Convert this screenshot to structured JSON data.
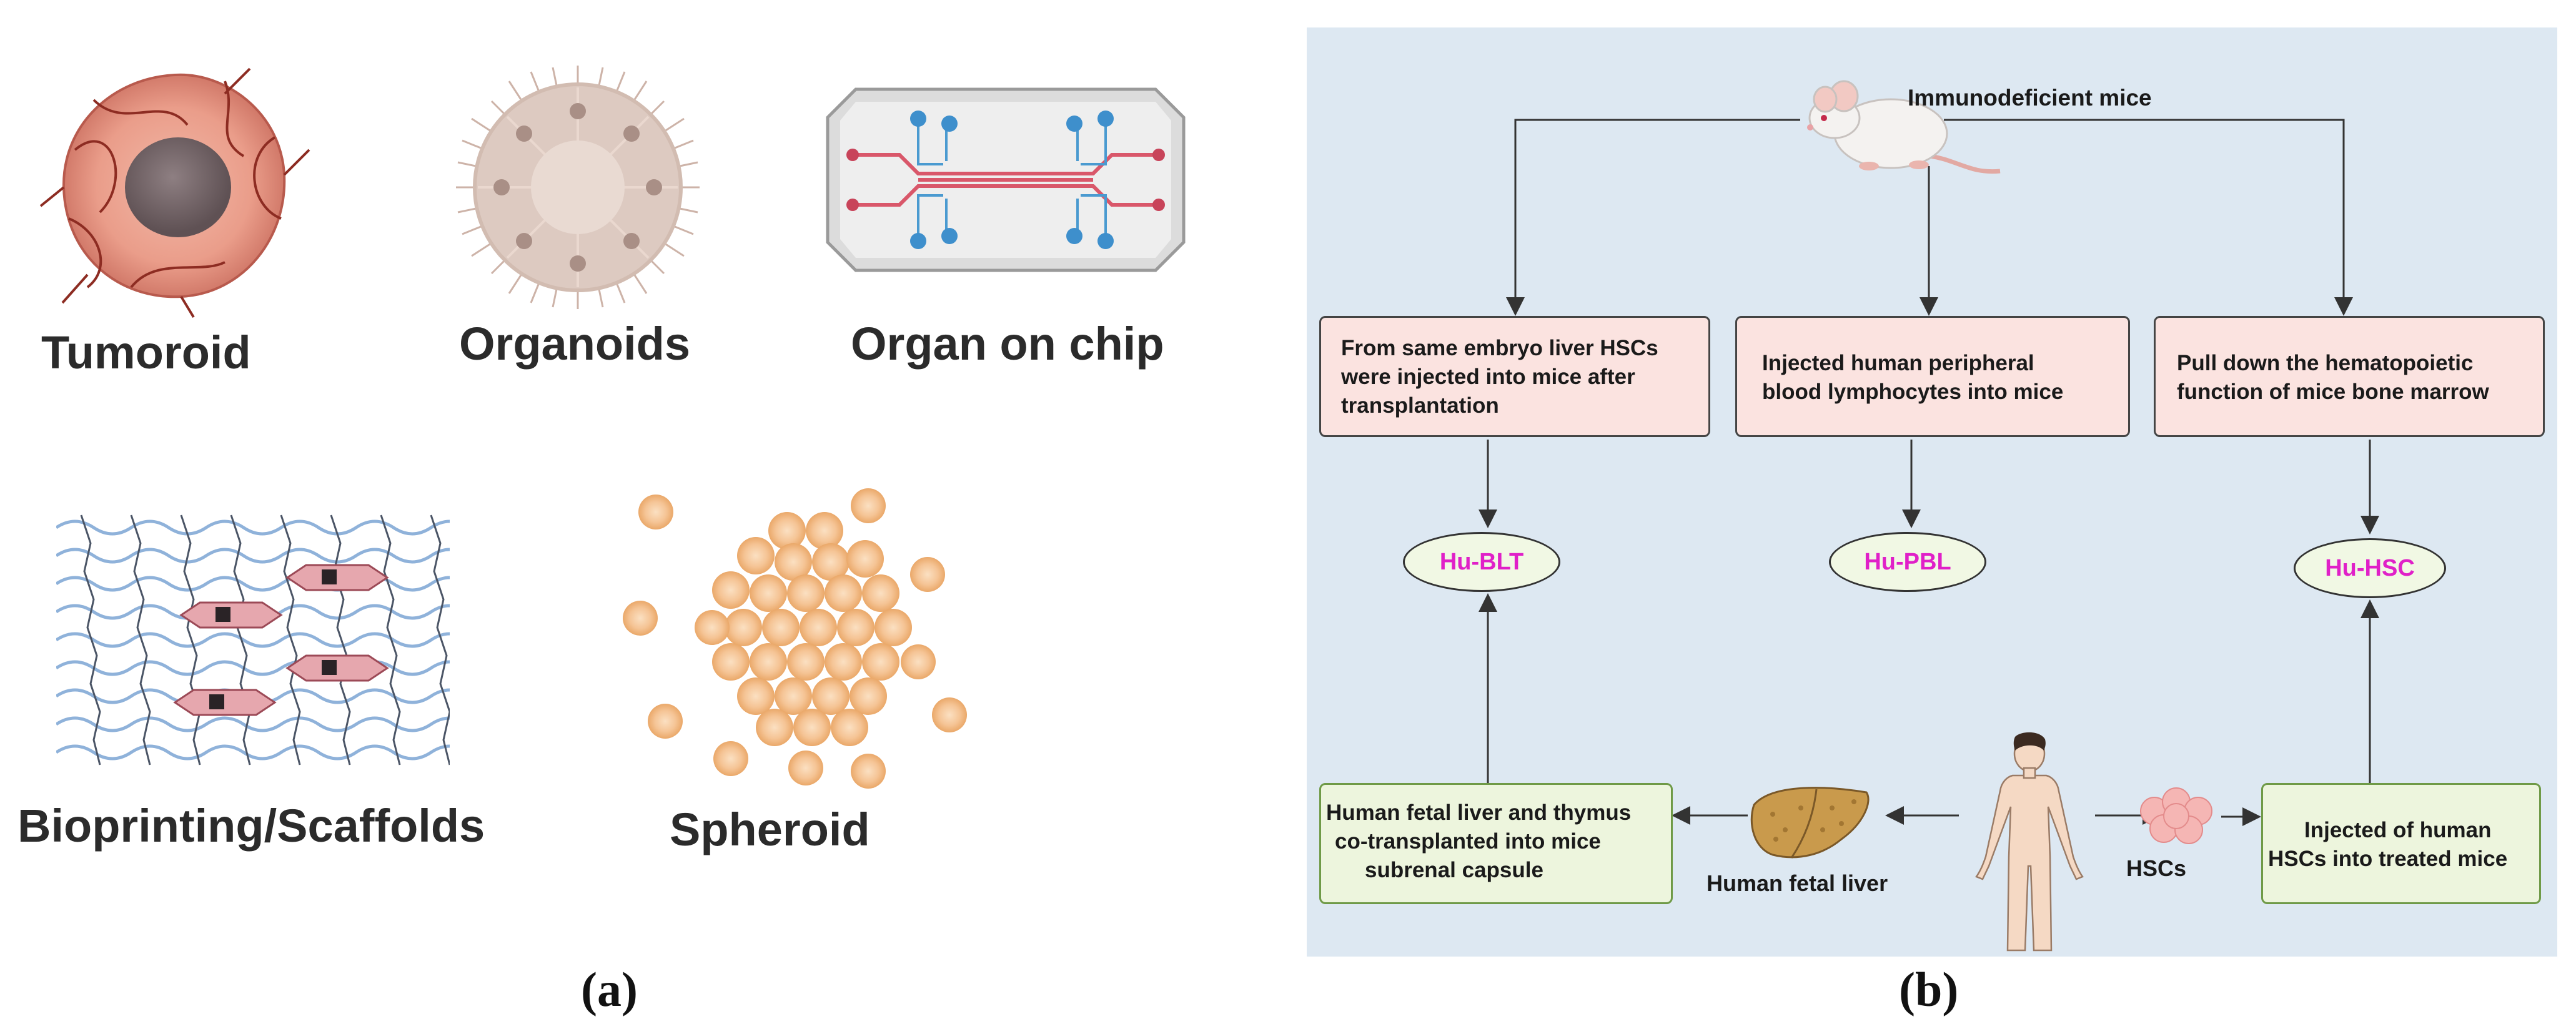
{
  "panel_a": {
    "caption": "(a)",
    "models": [
      {
        "label": "Tumoroid",
        "icon": "tumoroid-icon"
      },
      {
        "label": "Organoids",
        "icon": "organoid-icon"
      },
      {
        "label": "Organ on chip",
        "icon": "organ-on-chip-icon"
      },
      {
        "label": "Bioprinting/Scaffolds",
        "icon": "scaffold-icon"
      },
      {
        "label": "Spheroid",
        "icon": "spheroid-icon"
      }
    ]
  },
  "panel_b": {
    "caption": "(b)",
    "background_color": "#dde8f2",
    "top": {
      "label": "Immunodeficient mice",
      "icon": "mouse-icon"
    },
    "methods": [
      {
        "text_lines": [
          "From same embryo liver HSCs",
          "were injected into mice after",
          "transplantation"
        ]
      },
      {
        "text_lines": [
          "Injected human peripheral",
          "blood lymphocytes into mice"
        ]
      },
      {
        "text_lines": [
          "Pull down the hematopoietic",
          "function of mice bone marrow"
        ]
      }
    ],
    "models": [
      {
        "label": "Hu-BLT"
      },
      {
        "label": "Hu-PBL"
      },
      {
        "label": "Hu-HSC"
      }
    ],
    "model_label_color": "#e020c8",
    "bottom": {
      "left_box_lines": [
        "Human fetal liver and thymus",
        "co-transplanted into mice",
        "subrenal capsule"
      ],
      "right_box_lines": [
        "Injected of human",
        "HSCs into treated mice"
      ],
      "liver_label": "Human fetal liver",
      "hsc_label": "HSCs",
      "human_icon": "human-body-icon",
      "liver_icon": "liver-icon",
      "hsc_icon": "hsc-cluster-icon"
    }
  }
}
